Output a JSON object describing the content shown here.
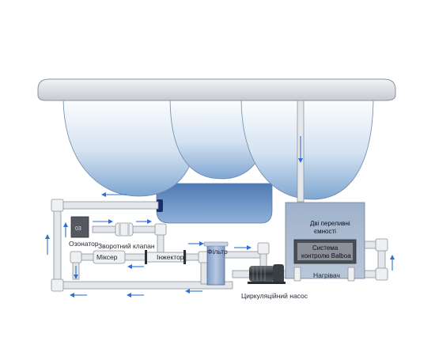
{
  "colors": {
    "pipe": "#e3e6ea",
    "pipe_stroke": "#8d949c",
    "tub_top": "#ffffff",
    "tub_bottom": "#7aa2cf",
    "arrow": "#2f6fd6",
    "module": "#a8b8ce",
    "module_dark": "#4a4f57"
  },
  "labels": {
    "ozonator_code": "03",
    "ozonator": "Озонатор",
    "check_valve": "Зворотний клапан",
    "mixer": "Міксер",
    "injector": "Інжектор",
    "filter": "Фільтр",
    "overflow_line1": "Дві переливні",
    "overflow_line2": "ємності",
    "control_line1": "Система",
    "control_line2": "контролю Balboa",
    "heater": "Нагрівач",
    "pump": "Циркуляційний насос"
  },
  "icons": {
    "flow_arrow": "flow-arrow-icon"
  }
}
